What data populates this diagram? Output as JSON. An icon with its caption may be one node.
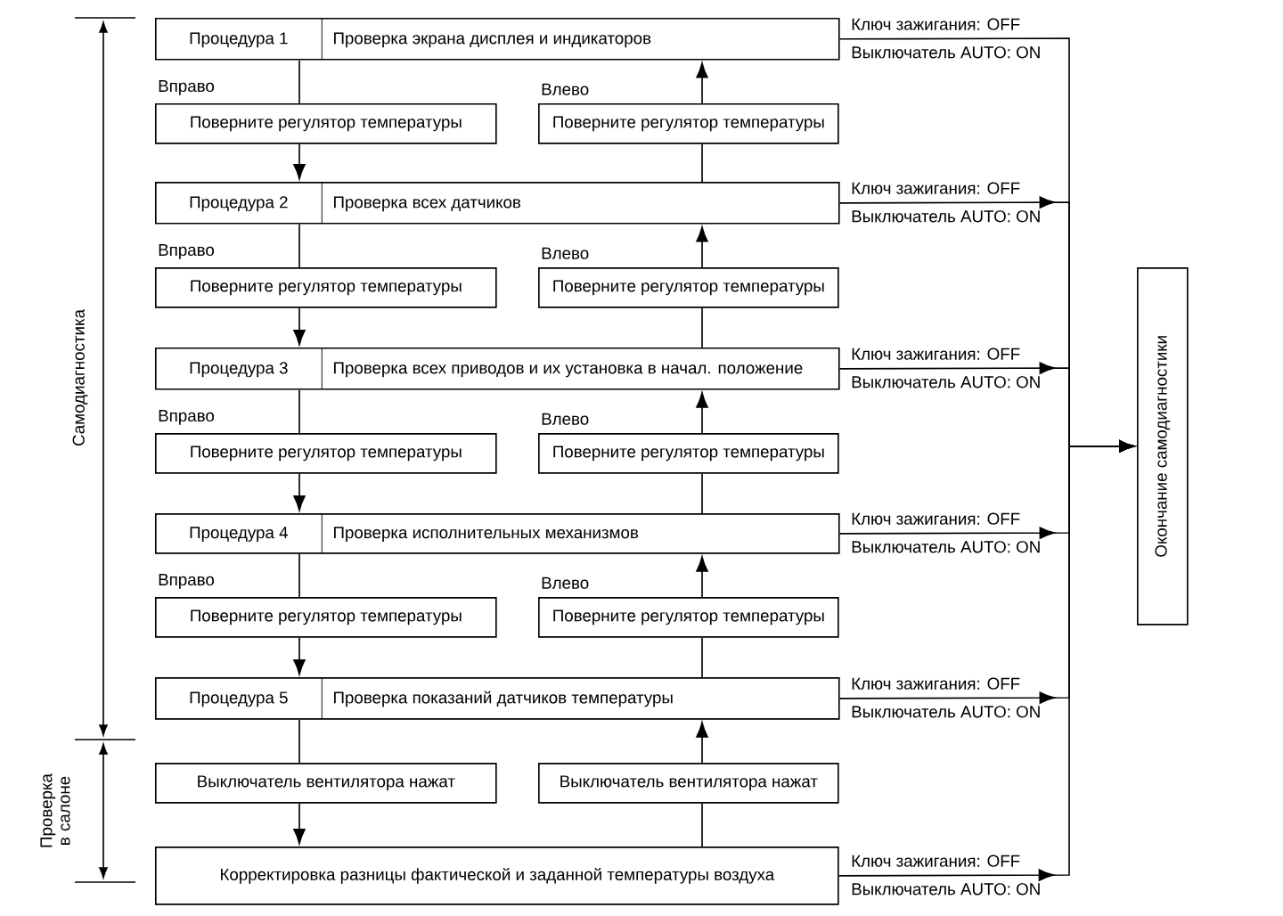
{
  "diagram": {
    "nodes": [
      {
        "text": [
          "Процедура 1",
          "Проверка экрана дисплея и индикаторов"
        ]
      },
      {
        "text": [
          "Поверните регулятор температуры"
        ],
        "beside": [
          "Вправо"
        ]
      },
      {
        "text": [
          "Поверните регулятор температуры"
        ],
        "beside": [
          "Влево"
        ]
      },
      {
        "text": [
          "Процедура 2",
          "Проверка всех датчиков"
        ]
      },
      {
        "text": [
          "Поверните регулятор температуры"
        ],
        "beside": [
          "Вправо"
        ]
      },
      {
        "text": [
          "Поверните регулятор температуры"
        ],
        "beside": [
          "Влево"
        ]
      },
      {
        "text": [
          "Процедура 3",
          "Проверка всех приводов и их установка в начал. положение"
        ]
      },
      {
        "text": [
          "Поверните регулятор температуры"
        ],
        "beside": [
          "Вправо"
        ]
      },
      {
        "text": [
          "Поверните регулятор температуры"
        ],
        "beside": [
          "Влево"
        ]
      },
      {
        "text": [
          "Процедура 4",
          "Проверка исполнительных механизмов"
        ]
      },
      {
        "text": [
          "Поверните регулятор температуры"
        ],
        "beside": [
          "Вправо"
        ]
      },
      {
        "text": [
          "Поверните регулятор температуры"
        ],
        "beside": [
          "Влево"
        ]
      },
      {
        "text": [
          "Процедура 5",
          "Проверка показаний датчиков температуры"
        ]
      },
      {
        "text": [
          "Выключатель вентилятора нажат"
        ]
      },
      {
        "text": [
          "Выключатель вентилятора нажат"
        ]
      },
      {
        "text": [
          "Корректировка разницы фактической и заданной температуры воздуха"
        ]
      },
      {
        "text": [
          "Окончание самодиагностики"
        ]
      }
    ],
    "edges": [
      {
        "from": 0,
        "to": 1,
        "arrow": "none"
      },
      {
        "from": 1,
        "to": 3,
        "arrow": "to"
      },
      {
        "from": 3,
        "to": 2,
        "arrow": "none"
      },
      {
        "from": 2,
        "to": 0,
        "arrow": "to"
      },
      {
        "from": 3,
        "to": 4,
        "arrow": "none"
      },
      {
        "from": 4,
        "to": 6,
        "arrow": "to"
      },
      {
        "from": 6,
        "to": 5,
        "arrow": "none"
      },
      {
        "from": 5,
        "to": 3,
        "arrow": "to"
      },
      {
        "from": 6,
        "to": 7,
        "arrow": "none"
      },
      {
        "from": 7,
        "to": 9,
        "arrow": "to"
      },
      {
        "from": 9,
        "to": 8,
        "arrow": "none"
      },
      {
        "from": 8,
        "to": 6,
        "arrow": "to"
      },
      {
        "from": 9,
        "to": 10,
        "arrow": "none"
      },
      {
        "from": 10,
        "to": 12,
        "arrow": "to"
      },
      {
        "from": 12,
        "to": 11,
        "arrow": "none"
      },
      {
        "from": 11,
        "to": 9,
        "arrow": "to"
      },
      {
        "from": 12,
        "to": 13,
        "arrow": "none"
      },
      {
        "from": 13,
        "to": 15,
        "arrow": "to"
      },
      {
        "from": 15,
        "to": 14,
        "arrow": "none"
      },
      {
        "from": 14,
        "to": 12,
        "arrow": "to"
      },
      {
        "from": 0,
        "to": 16,
        "arrow": "to"
      },
      {
        "from": 3,
        "to": 16,
        "arrow": "to"
      },
      {
        "from": 6,
        "to": 16,
        "arrow": "to"
      },
      {
        "from": 9,
        "to": 16,
        "arrow": "to"
      },
      {
        "from": 12,
        "to": 16,
        "arrow": "to"
      },
      {
        "from": 15,
        "to": 16,
        "arrow": "to"
      }
    ],
    "labels": [
      "Самодиагностика",
      "Проверка в салоне",
      "Ключ зажигания: OFF",
      "Выключатель AUTO: ON",
      "Ключ зажигания: OFF",
      "Выключатель AUTO: ON",
      "Ключ зажигания: OFF",
      "Выключатель AUTO: ON",
      "Ключ зажигания: OFF",
      "Выключатель AUTO: ON",
      "Ключ зажигания: OFF",
      "Выключатель AUTO: ON",
      "Ключ зажигания: OFF",
      "Выключатель AUTO: ON"
    ]
  }
}
